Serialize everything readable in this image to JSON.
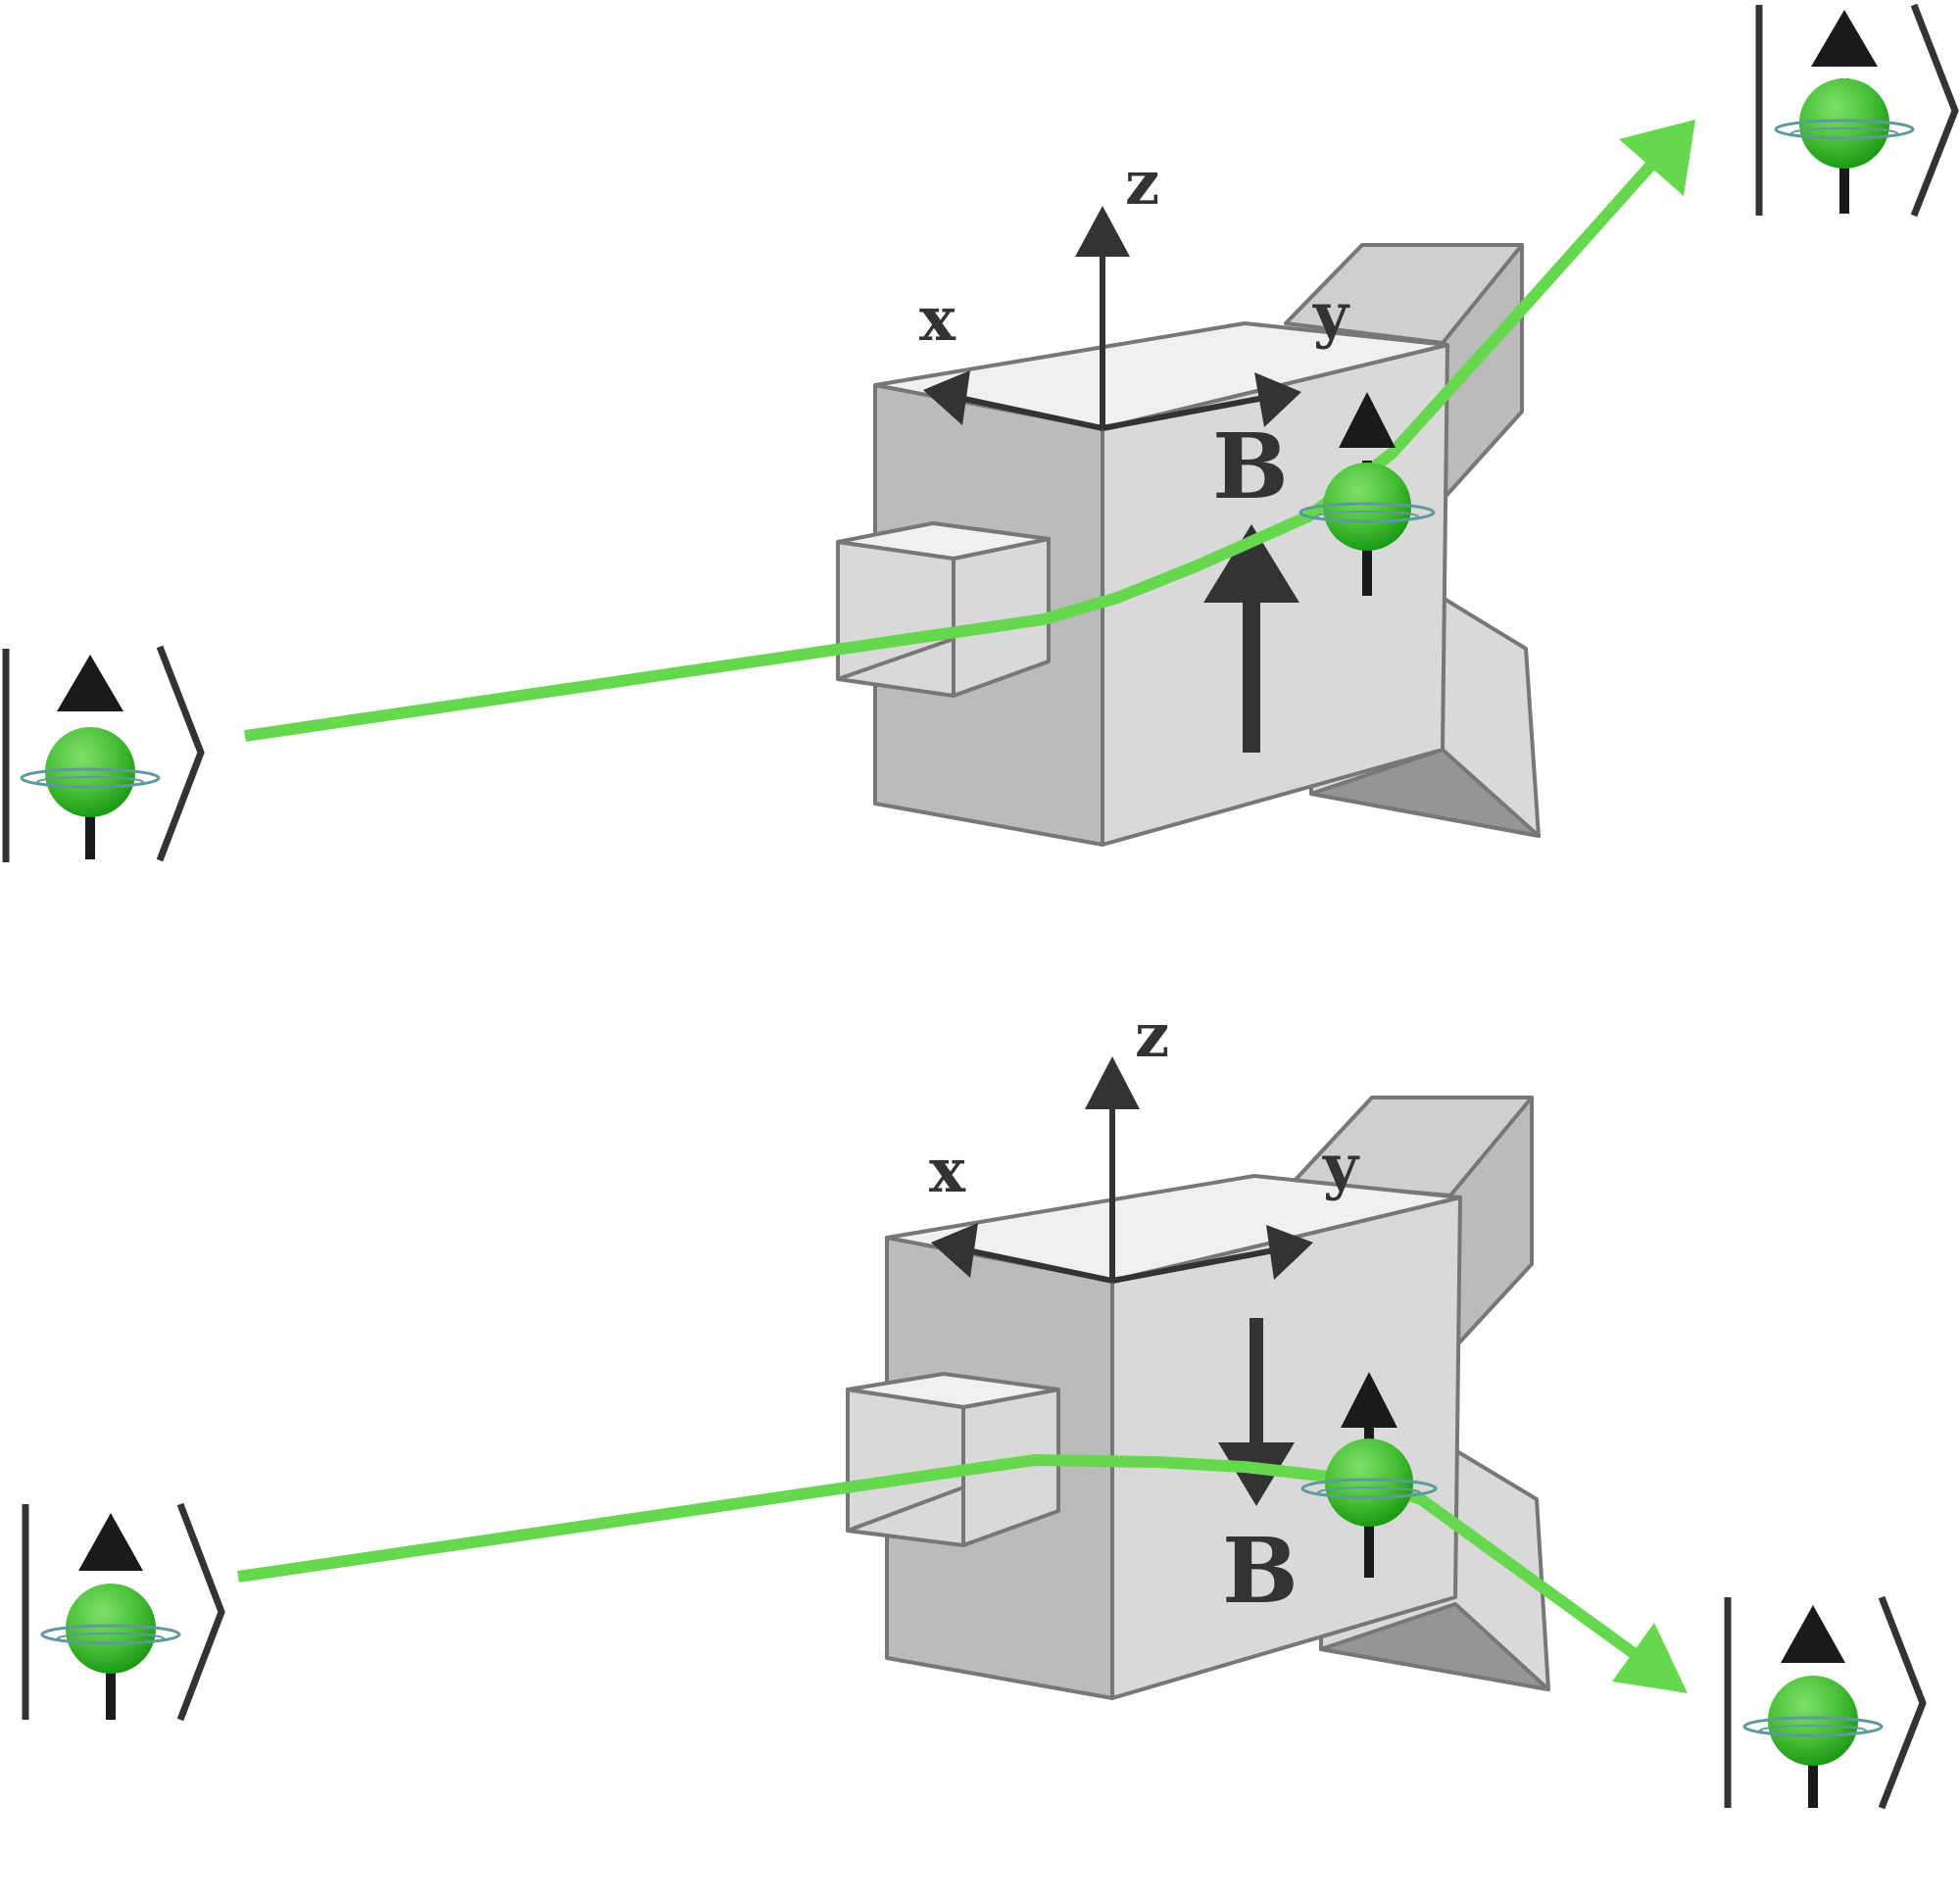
{
  "colors": {
    "beam": "#66d84e",
    "sphere_light": "#7fe06a",
    "sphere_dark": "#1d9a16",
    "ring": "#5f9a9a",
    "arrow": "#1a1a1a",
    "bracket": "#333333",
    "block_front": "#d9d9d9",
    "block_side": "#bbbbbb",
    "block_top": "#f0f0f0",
    "block_shadow": "#959595",
    "block_edge": "#777777",
    "axis": "#333333"
  },
  "panels": [
    {
      "name": "top",
      "axis_labels": {
        "x": "x",
        "y": "y",
        "z": "z"
      },
      "field_label": "B",
      "field_direction": "up",
      "deflection": "up",
      "input_state_icon": "spin-up-ket-icon",
      "output_state_icon": "spin-up-ket-icon"
    },
    {
      "name": "bottom",
      "axis_labels": {
        "x": "x",
        "y": "y",
        "z": "z"
      },
      "field_label": "B",
      "field_direction": "down",
      "deflection": "down",
      "input_state_icon": "spin-up-ket-icon",
      "output_state_icon": "spin-up-ket-icon"
    }
  ]
}
